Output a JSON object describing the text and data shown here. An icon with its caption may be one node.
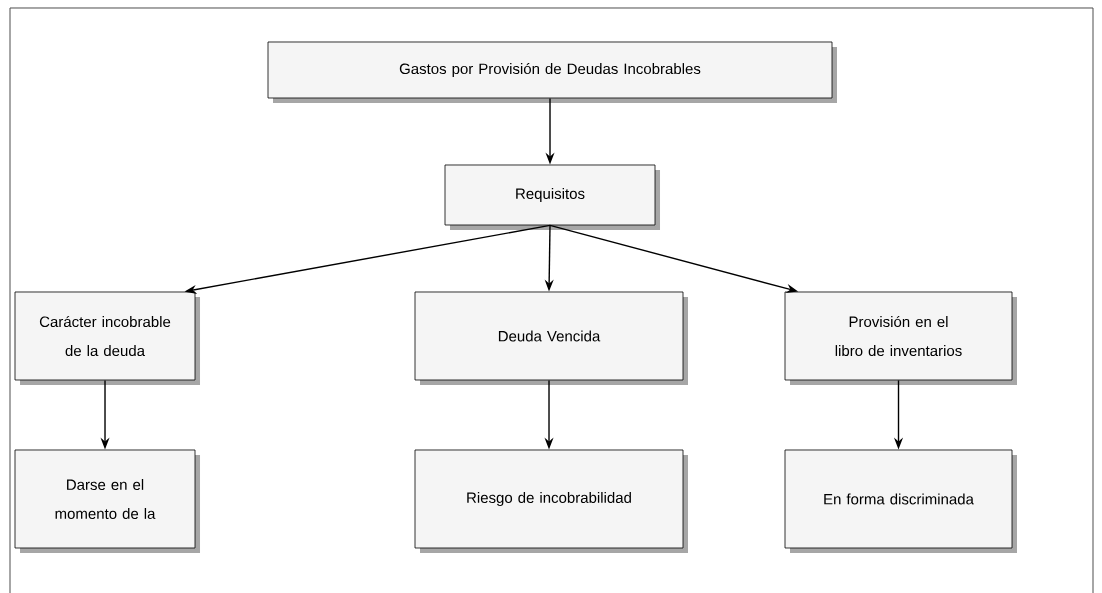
{
  "diagram": {
    "nodes": [
      {
        "text": [
          "Gastos por Provisión de Deudas Incobrables"
        ]
      },
      {
        "text": [
          "Requisitos"
        ]
      },
      {
        "text": [
          "Carácter incobrable de la deuda"
        ]
      },
      {
        "text": [
          "Deuda Vencida"
        ]
      },
      {
        "text": [
          "Provisión en el libro de inventarios"
        ]
      },
      {
        "text": [
          "Darse en el momento de la"
        ]
      },
      {
        "text": [
          "Riesgo de incobrabilidad"
        ]
      },
      {
        "text": [
          "En forma discriminada"
        ]
      }
    ],
    "edges": [
      {
        "from": 0,
        "to": 1,
        "arrow": "to"
      },
      {
        "from": 1,
        "to": 2,
        "arrow": "to"
      },
      {
        "from": 1,
        "to": 3,
        "arrow": "to"
      },
      {
        "from": 1,
        "to": 4,
        "arrow": "to"
      },
      {
        "from": 2,
        "to": 5,
        "arrow": "to"
      },
      {
        "from": 3,
        "to": 6,
        "arrow": "to"
      },
      {
        "from": 4,
        "to": 7,
        "arrow": "to"
      }
    ]
  }
}
